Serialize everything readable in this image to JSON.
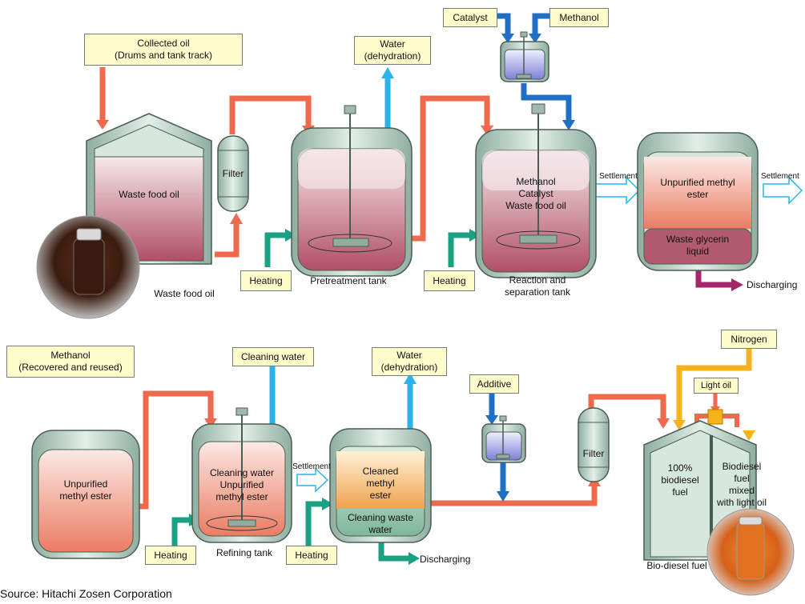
{
  "colors": {
    "oil_arrow": "#ef6a4c",
    "water_arrow": "#2ab4ea",
    "heat_arrow": "#1aa184",
    "chem_arrow": "#1f6fc4",
    "discharge_arrow": "#a6266e",
    "nitrogen_arrow": "#f5b21c",
    "tank_shell": "#c7dcd1",
    "tank_outline": "#4a5d53",
    "label_bg": "#fffccc"
  },
  "top_row": {
    "collected_oil": [
      "Collected oil",
      "(Drums and tank track)"
    ],
    "water_dehydration": [
      "Water",
      "(dehydration)"
    ],
    "catalyst": "Catalyst",
    "methanol": "Methanol",
    "waste_food_oil_tank": "Waste food oil",
    "filter": "Filter",
    "waste_food_oil_caption": "Waste food oil",
    "heating_1": "Heating",
    "pretreatment_tank": "Pretreatment tank",
    "heating_2": "Heating",
    "reaction_contents": [
      "Methanol",
      "Catalyst",
      "Waste food oil"
    ],
    "reaction_tank": [
      "Reaction and",
      "separation tank"
    ],
    "settlement_1": "Settlement",
    "unpurified_methyl_ester": [
      "Unpurified methyl",
      "ester"
    ],
    "waste_glycerin": [
      "Waste glycerin",
      "liquid"
    ],
    "settlement_2": "Settlement",
    "discharging": "Discharging"
  },
  "bottom_row": {
    "methanol_recovered": [
      "Methanol",
      "(Recovered and reused)"
    ],
    "cleaning_water": "Cleaning water",
    "water_dehydration": [
      "Water",
      "(dehydration)"
    ],
    "additive": "Additive",
    "nitrogen": "Nitrogen",
    "light_oil": "Light oil",
    "unpurified_tank": [
      "Unpurified",
      "methyl ester"
    ],
    "refining_contents": [
      "Cleaning water",
      "Unpurified",
      "methyl ester"
    ],
    "settlement": "Settlement",
    "cleaned_ester": [
      "Cleaned",
      "methyl",
      "ester"
    ],
    "cleaning_waste_water": [
      "Cleaning waste",
      "water"
    ],
    "heating_1": "Heating",
    "refining_tank": "Refining tank",
    "heating_2": "Heating",
    "discharging": "Discharging",
    "filter": "Filter",
    "biodiesel_100": [
      "100%",
      "biodiesel",
      "fuel"
    ],
    "biodiesel_mixed": [
      "Biodiesel",
      "fuel",
      "mixed",
      "with light oil"
    ],
    "bio_diesel_fuel": "Bio-diesel fuel"
  },
  "source": "Source: Hitachi Zosen Corporation"
}
